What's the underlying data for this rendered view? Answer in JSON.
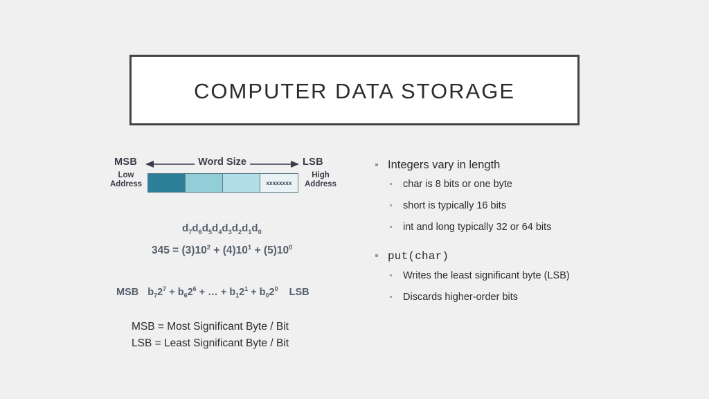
{
  "slide": {
    "title": "COMPUTER DATA STORAGE",
    "background_color": "#f0f0f0",
    "title_box_border_color": "#434343",
    "title_box_fill": "#ffffff"
  },
  "diagram": {
    "msb_label": "MSB",
    "lsb_label": "LSB",
    "low_address_label": "Low\nAddress",
    "low_address_line1": "Low",
    "low_address_line2": "Address",
    "high_address_line1": "High",
    "high_address_line2": "Address",
    "arrow_label": "Word Size",
    "cells": [
      {
        "text": "",
        "color": "#2d8099"
      },
      {
        "text": "",
        "color": "#92cdd8"
      },
      {
        "text": "",
        "color": "#b3dde7"
      },
      {
        "text": "xxxxxxxx",
        "color": "#e9f2f5"
      }
    ]
  },
  "formulas": {
    "digits_line": "d7d6d5d4d3d2d1d0",
    "decimal_line": "345 = (3)10^2 + (4)10^1 + (5)10^0",
    "binary_line": "b7 2^7 + b6 2^6 + ... + b1 2^1 + b0 2^0",
    "binary_msb_tag": "MSB",
    "binary_lsb_tag": "LSB"
  },
  "legend": {
    "msb": "MSB = Most Significant Byte / Bit",
    "lsb": "LSB = Least Significant Byte / Bit"
  },
  "bullets": [
    {
      "label": "Integers vary in length",
      "mono": false,
      "sub": [
        "char is 8 bits or one byte",
        "short is typically 16 bits",
        "int and long typically 32 or 64 bits"
      ]
    },
    {
      "label": "put(char)",
      "mono": true,
      "sub": [
        "Writes the least significant byte (LSB)",
        "Discards higher-order bits"
      ]
    }
  ]
}
